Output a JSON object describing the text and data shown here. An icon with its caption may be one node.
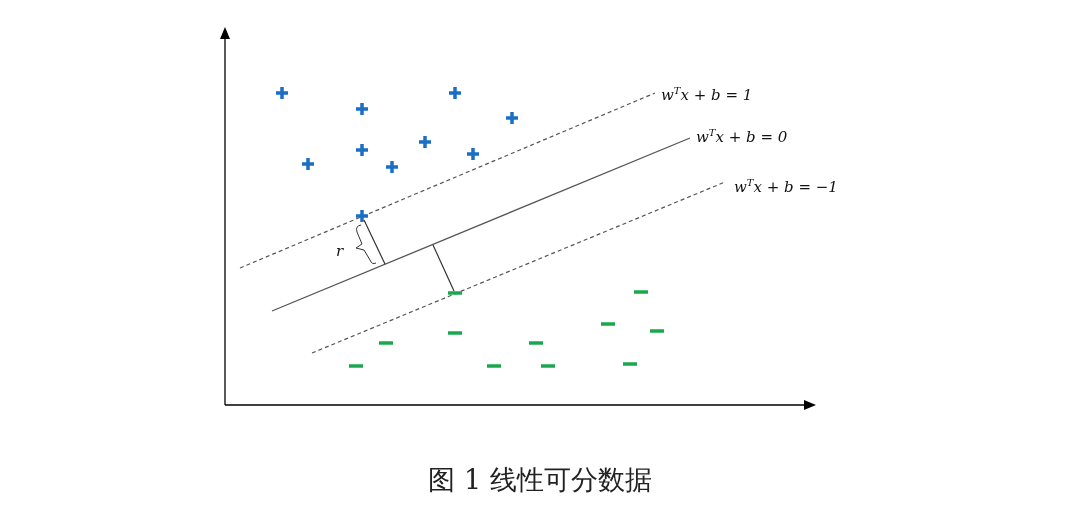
{
  "diagram": {
    "caption": "图 1 线性可分数据",
    "labels": [
      "w$^{T}$x + b = 1",
      "w$^{T}$x + b = 0",
      "w$^{T}$x + b = −1",
      "r"
    ]
  }
}
